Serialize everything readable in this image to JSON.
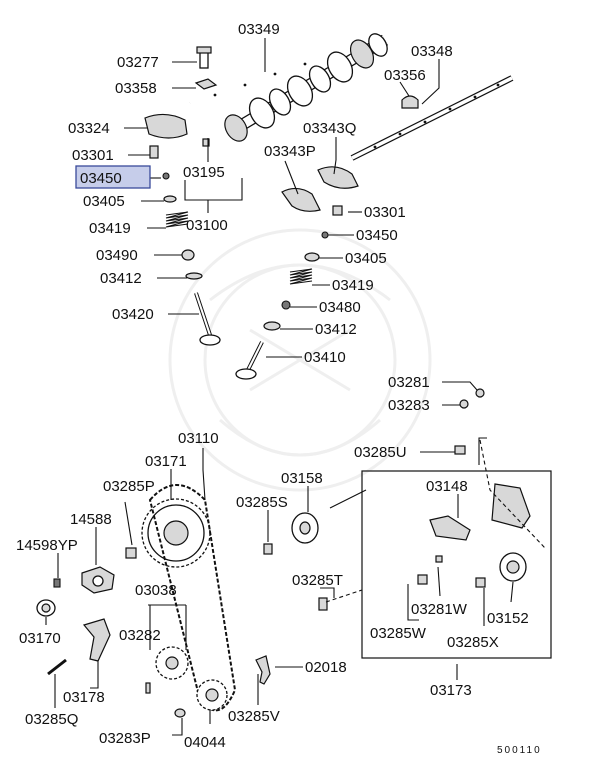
{
  "highlight_color": "#c6cdea",
  "highlight_border": "#3a4a9a",
  "watermark_color": "#efefef",
  "diagram_code": "500110",
  "part_numbers": {
    "p03349": "03349",
    "p03348": "03348",
    "p03277": "03277",
    "p03358": "03358",
    "p03356": "03356",
    "p03324": "03324",
    "p03343Q": "03343Q",
    "p03301a": "03301",
    "p03343P": "03343P",
    "p03450a": "03450",
    "p03195": "03195",
    "p03405a": "03405",
    "p03301b": "03301",
    "p03100": "03100",
    "p03419a": "03419",
    "p03450b": "03450",
    "p03490": "03490",
    "p03405b": "03405",
    "p03412a": "03412",
    "p03419b": "03419",
    "p03480": "03480",
    "p03420": "03420",
    "p03412b": "03412",
    "p03410": "03410",
    "p03281": "03281",
    "p03283": "03283",
    "p03110": "03110",
    "p03285U": "03285U",
    "p03171": "03171",
    "p03158": "03158",
    "p03148": "03148",
    "p03285P": "03285P",
    "p03285S": "03285S",
    "p14588": "14588",
    "p14598YP": "14598YP",
    "p03285T": "03285T",
    "p03038": "03038",
    "p03281W": "03281W",
    "p03152": "03152",
    "p03170": "03170",
    "p03282": "03282",
    "p03285W": "03285W",
    "p03285X": "03285X",
    "p02018": "02018",
    "p03178": "03178",
    "p03173": "03173",
    "p03285Q": "03285Q",
    "p03285V": "03285V",
    "p03283P": "03283P",
    "p04044": "04044"
  }
}
